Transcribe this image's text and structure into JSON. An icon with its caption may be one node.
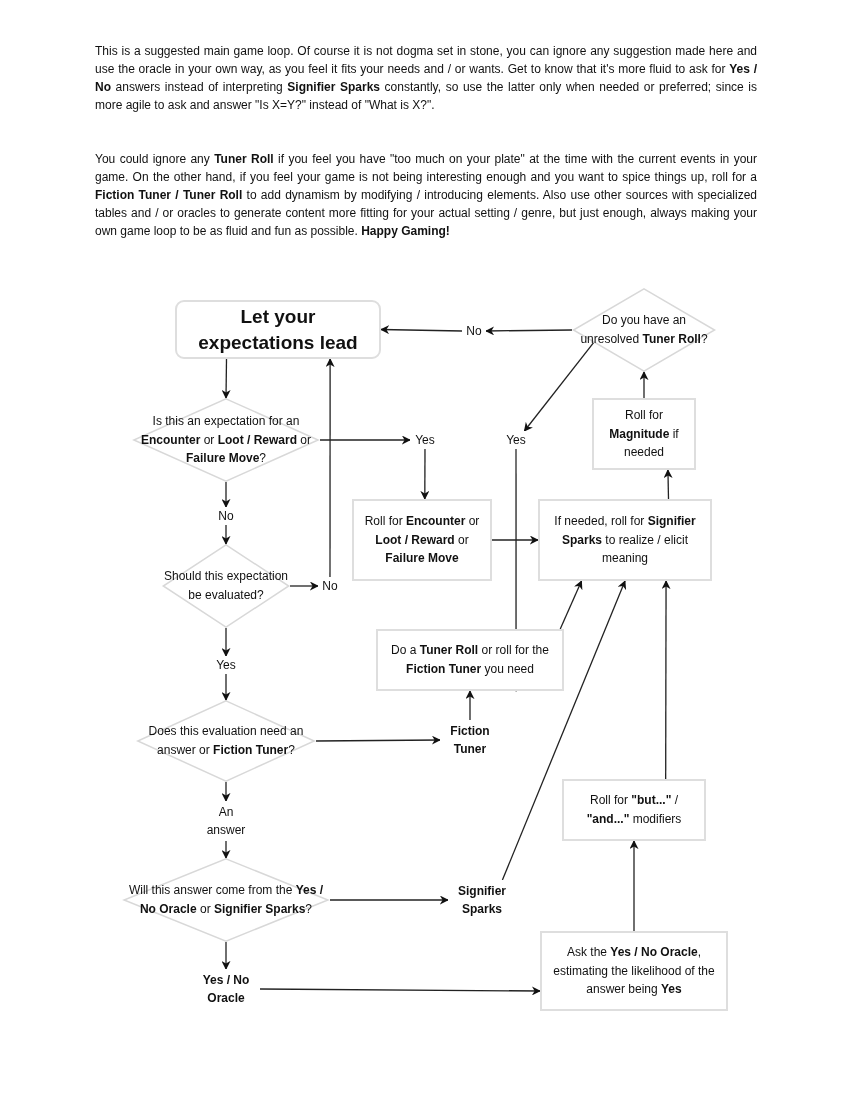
{
  "diagram": {
    "nodes": [
      {
        "text": [
          "Let your expectations lead"
        ]
      },
      {
        "text": [
          "Do you have an unresolved **Tuner Roll**?"
        ]
      },
      {
        "text": [
          "No"
        ]
      },
      {
        "text": [
          "Is this an expectation for an **Encounter** or **Loot / Reward** or **Failure Move**?"
        ]
      },
      {
        "text": [
          "Yes"
        ]
      },
      {
        "text": [
          "Yes"
        ]
      },
      {
        "text": [
          "Roll for **Magnitude** if needed"
        ]
      },
      {
        "text": [
          "No"
        ]
      },
      {
        "text": [
          "Roll for **Encounter** or **Loot / Reward** or **Failure Move**"
        ]
      },
      {
        "text": [
          "If needed, roll for **Signifier Sparks** to realize / elicit meaning"
        ]
      },
      {
        "text": [
          "Should this expectation be evaluated?"
        ]
      },
      {
        "text": [
          "No"
        ]
      },
      {
        "text": [
          "Do a **Tuner Roll** or roll for the **Fiction Tuner** you need"
        ]
      },
      {
        "text": [
          "Yes"
        ]
      },
      {
        "text": [
          "Does this evaluation need an answer or **Fiction Tuner**?"
        ]
      },
      {
        "text": [
          "Fiction Tuner"
        ]
      },
      {
        "text": [
          "Roll for **\"but...\"** / **\"and...\"** modifiers"
        ]
      },
      {
        "text": [
          "An answer"
        ]
      },
      {
        "text": [
          "Will this answer come from the **Yes / No Oracle** or **Signifier Sparks**?"
        ]
      },
      {
        "text": [
          "Signifier Sparks"
        ]
      },
      {
        "text": [
          "Yes / No Oracle"
        ]
      },
      {
        "text": [
          "Ask the **Yes / No Oracle**, estimating the likelihood of the answer being **Yes**"
        ]
      }
    ],
    "edges": [
      {
        "from": 0,
        "to": 3,
        "arrow": "to"
      },
      {
        "from": 3,
        "to": 4,
        "arrow": "to"
      },
      {
        "from": 4,
        "to": 8,
        "arrow": "to"
      },
      {
        "from": 3,
        "to": 7,
        "arrow": "to"
      },
      {
        "from": 7,
        "to": 10,
        "arrow": "to"
      },
      {
        "from": 10,
        "to": 11,
        "arrow": "to"
      },
      {
        "from": 11,
        "to": 0,
        "arrow": "to"
      },
      {
        "from": 10,
        "to": 13,
        "arrow": "to"
      },
      {
        "from": 13,
        "to": 14,
        "arrow": "to"
      },
      {
        "from": 14,
        "to": 15,
        "arrow": "to"
      },
      {
        "from": 15,
        "to": 12,
        "arrow": "to"
      },
      {
        "from": 14,
        "to": 17,
        "arrow": "to"
      },
      {
        "from": 17,
        "to": 18,
        "arrow": "to"
      },
      {
        "from": 18,
        "to": 19,
        "arrow": "to"
      },
      {
        "from": 18,
        "to": 20,
        "arrow": "to"
      },
      {
        "from": 20,
        "to": 21,
        "arrow": "to"
      },
      {
        "from": 21,
        "to": 16,
        "arrow": "to"
      },
      {
        "from": 16,
        "to": 9,
        "arrow": "to"
      },
      {
        "from": 19,
        "to": 9,
        "arrow": "to"
      },
      {
        "from": 12,
        "to": 9,
        "arrow": "to"
      },
      {
        "from": 5,
        "to": 12,
        "arrow": "to"
      },
      {
        "from": 8,
        "to": 9,
        "arrow": "to"
      },
      {
        "from": 9,
        "to": 6,
        "arrow": "to"
      },
      {
        "from": 6,
        "to": 1,
        "arrow": "to"
      },
      {
        "from": 1,
        "to": 5,
        "arrow": "to"
      },
      {
        "from": 1,
        "to": 2,
        "arrow": "to"
      },
      {
        "from": 2,
        "to": 0,
        "arrow": "to"
      }
    ],
    "labels": [
      "This is a suggested main game loop. Of course it is not dogma set in stone, you can ignore any suggestion made here and use the oracle in your own way, as you feel it fits your needs and / or wants. Get to know that it's more fluid to ask for **Yes / No** answers instead of interpreting **Signifier Sparks** constantly, so use the latter only when needed or preferred; since is more agile to ask and answer \"Is X=Y?\" instead of \"What is X?\".",
      "You could ignore any **Tuner Roll** if you feel you have \"too much on your plate\" at the time with the current events in your game. On the other hand, if you feel your game is not being interesting enough and you want to spice things up, roll for a **Fiction Tuner / Tuner Roll** to add dynamism by modifying / introducing elements. Also use other sources with specialized tables and / or oracles to generate content more fitting for your actual setting / genre, but just enough, always making your own game loop to be as fluid and fun as possible. **Happy Gaming!**"
    ]
  }
}
